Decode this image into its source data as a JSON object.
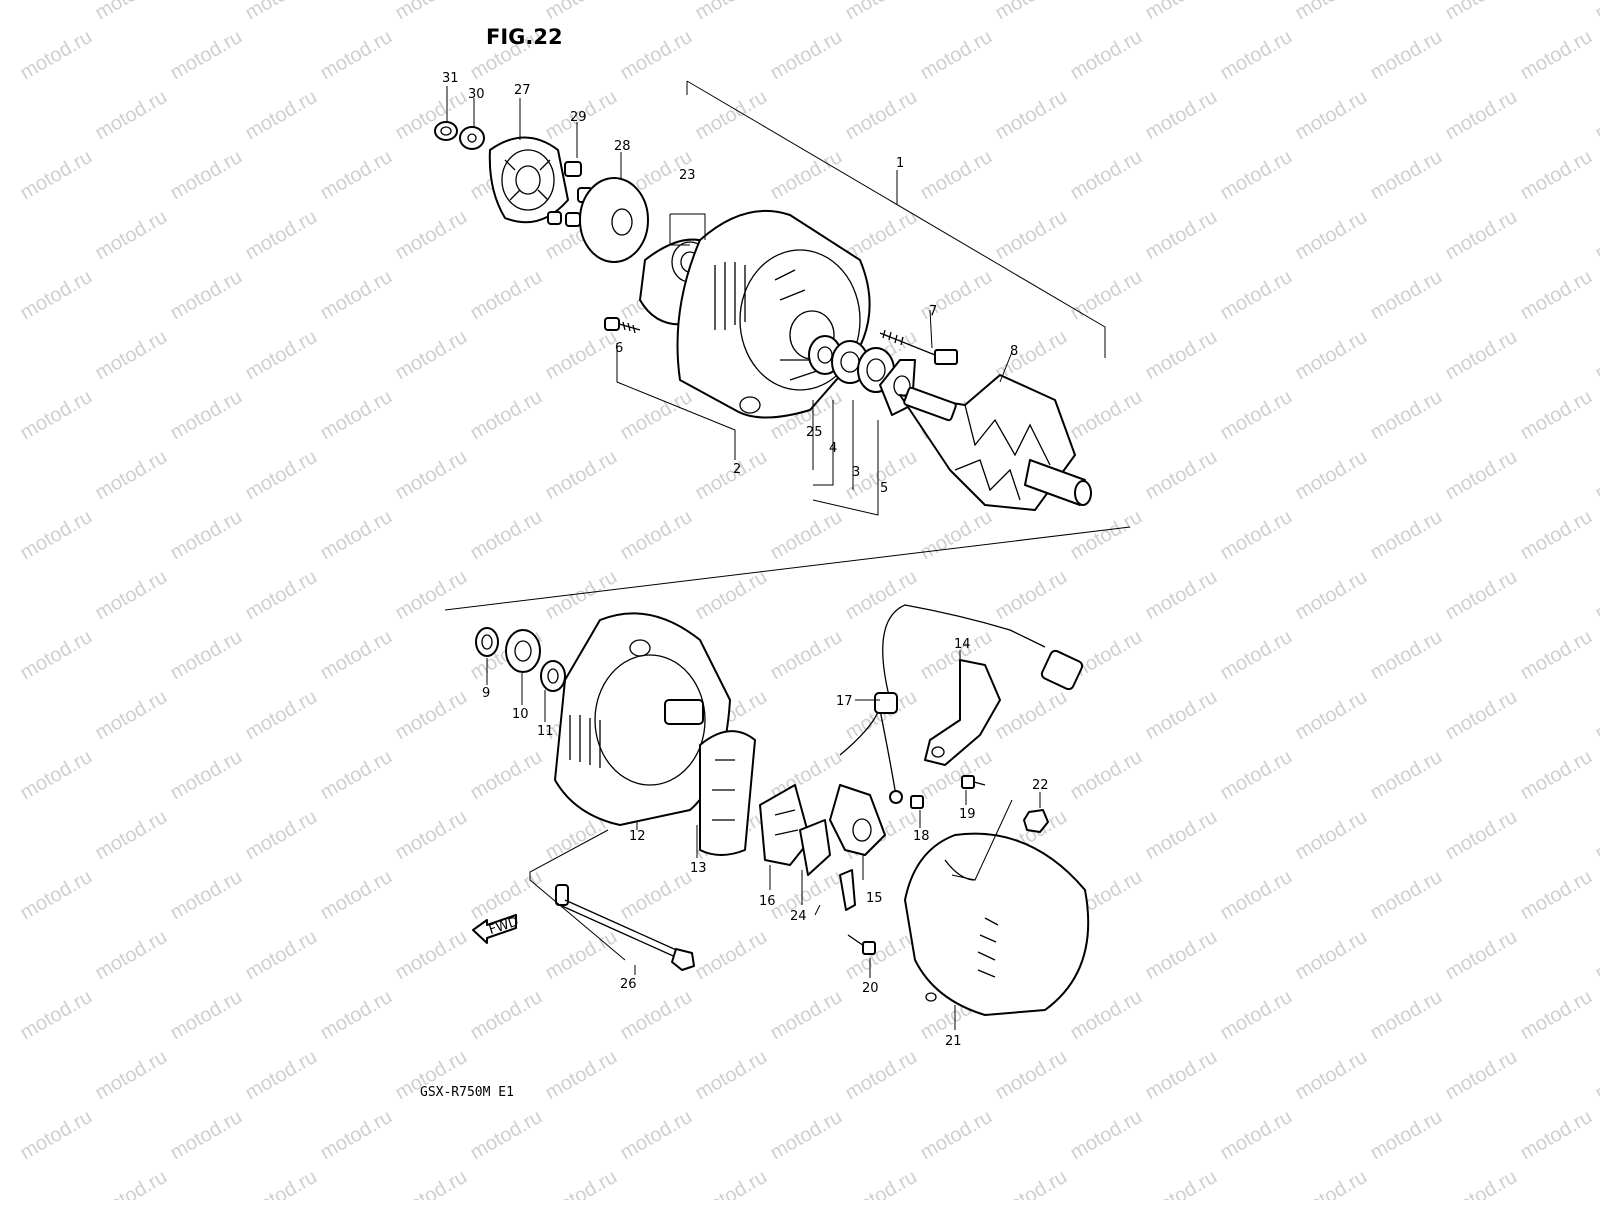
{
  "figure": {
    "title": "FIG.22",
    "model": "GSX-R750M E1",
    "watermark": "motod.ru",
    "direction_label": "FWD"
  },
  "callouts": [
    "1",
    "2",
    "3",
    "4",
    "5",
    "6",
    "7",
    "8",
    "9",
    "10",
    "11",
    "12",
    "13",
    "14",
    "15",
    "16",
    "17",
    "18",
    "19",
    "20",
    "21",
    "22",
    "23",
    "24",
    "25",
    "26",
    "27",
    "28",
    "29",
    "30",
    "31"
  ]
}
